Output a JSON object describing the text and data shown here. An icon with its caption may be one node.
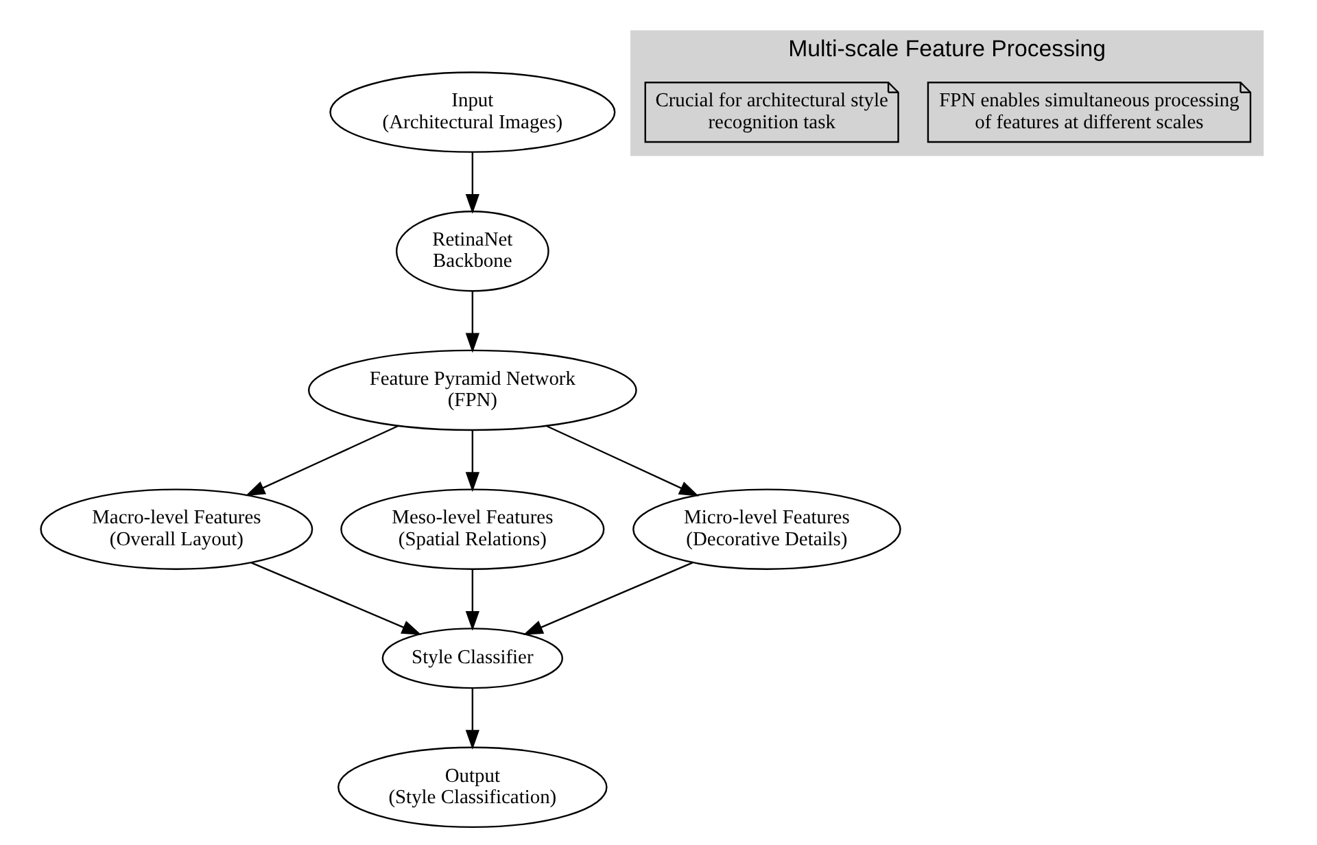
{
  "diagram": {
    "nodes": [
      {
        "text": [
          "Input",
          "(Architectural Images)"
        ]
      },
      {
        "text": [
          "RetinaNet",
          "Backbone"
        ]
      },
      {
        "text": [
          "Feature Pyramid Network",
          "(FPN)"
        ]
      },
      {
        "text": [
          "Macro-level Features",
          "(Overall Layout)"
        ]
      },
      {
        "text": [
          "Meso-level Features",
          "(Spatial Relations)"
        ]
      },
      {
        "text": [
          "Micro-level Features",
          "(Decorative Details)"
        ]
      },
      {
        "text": [
          "Style Classifier"
        ]
      },
      {
        "text": [
          "Output",
          "(Style Classification)"
        ]
      },
      {
        "text": [
          "Multi-scale Feature Processing"
        ]
      },
      {
        "text": [
          "FPN enables simultaneous processing of features at different scales"
        ],
        "in": 8
      },
      {
        "text": [
          "Crucial for architectural style recognition task"
        ],
        "in": 8
      }
    ],
    "edges": [
      {
        "from": 0,
        "to": 1,
        "arrow": "to"
      },
      {
        "from": 1,
        "to": 2,
        "arrow": "to"
      },
      {
        "from": 2,
        "to": 3,
        "arrow": "to"
      },
      {
        "from": 2,
        "to": 4,
        "arrow": "to"
      },
      {
        "from": 2,
        "to": 5,
        "arrow": "to"
      },
      {
        "from": 3,
        "to": 6,
        "arrow": "to"
      },
      {
        "from": 4,
        "to": 6,
        "arrow": "to"
      },
      {
        "from": 5,
        "to": 6,
        "arrow": "to"
      },
      {
        "from": 6,
        "to": 7,
        "arrow": "to"
      }
    ]
  }
}
